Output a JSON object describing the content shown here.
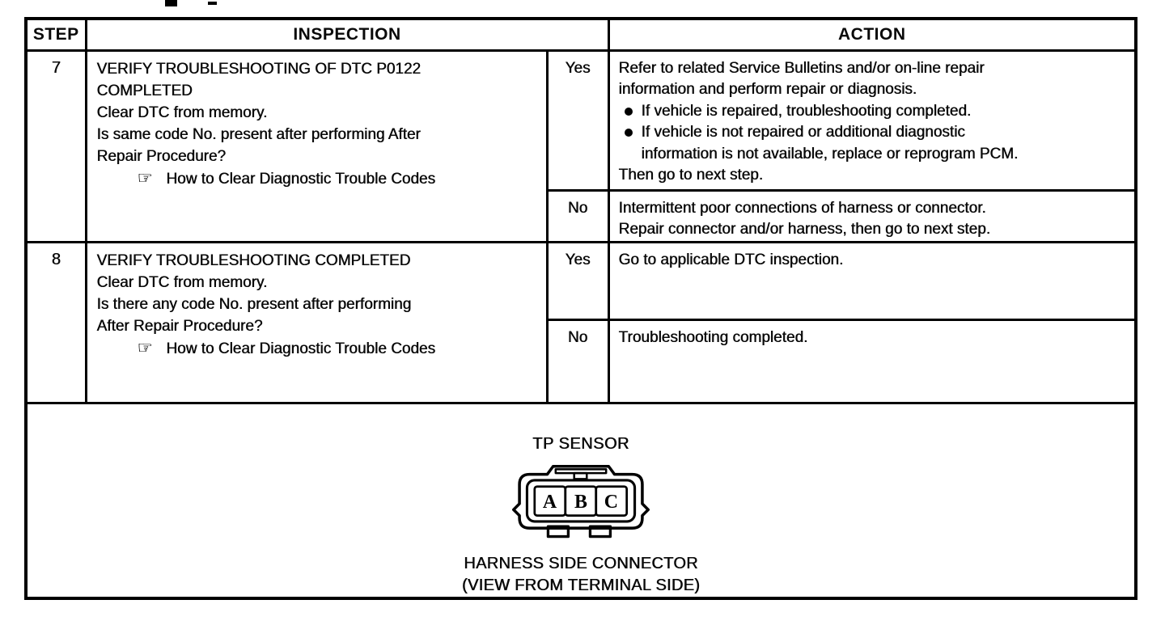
{
  "header": {
    "step": "STEP",
    "inspection": "INSPECTION",
    "action": "ACTION"
  },
  "steps": [
    {
      "step_no": "7",
      "inspection": {
        "lines": [
          "VERIFY TROUBLESHOOTING OF DTC P0122",
          "COMPLETED",
          "Clear DTC from memory.",
          "Is same code No. present after performing After",
          "Repair Procedure?"
        ],
        "reference_icon": "☞",
        "reference": "How to Clear Diagnostic Trouble Codes"
      },
      "branches": [
        {
          "answer": "Yes",
          "lines": [
            "Refer to related Service Bulletins and/or on-line repair",
            "information and perform repair or diagnosis.",
            "If vehicle is repaired, troubleshooting completed.",
            "If vehicle is not repaired or additional diagnostic",
            "information is not available, replace or reprogram PCM.",
            "Then go to next step."
          ]
        },
        {
          "answer": "No",
          "lines": [
            "Intermittent poor connections of harness or connector.",
            "Repair connector and/or harness, then go to next step."
          ]
        }
      ]
    },
    {
      "step_no": "8",
      "inspection": {
        "lines": [
          "VERIFY TROUBLESHOOTING COMPLETED",
          "Clear DTC from memory.",
          "Is there any code No. present after performing",
          "After Repair Procedure?"
        ],
        "reference_icon": "☞",
        "reference": "How to Clear Diagnostic Trouble Codes"
      },
      "branches": [
        {
          "answer": "Yes",
          "lines": [
            "Go to applicable DTC inspection."
          ]
        },
        {
          "answer": "No",
          "lines": [
            "Troubleshooting completed."
          ]
        }
      ]
    }
  ],
  "diagram": {
    "title": "TP SENSOR",
    "terminals": [
      "A",
      "B",
      "C"
    ],
    "caption_line1": "HARNESS SIDE CONNECTOR",
    "caption_line2": "(VIEW FROM TERMINAL SIDE)"
  }
}
